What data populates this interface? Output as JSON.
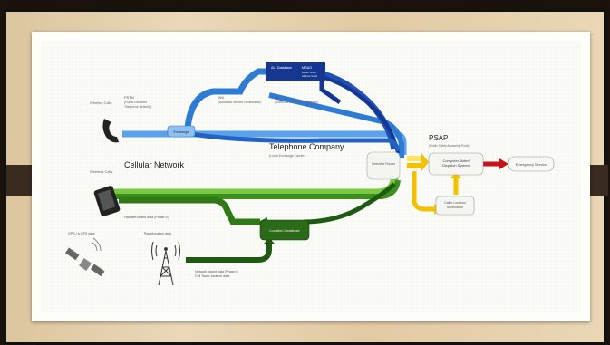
{
  "labels": {
    "wireline_calls": "Wireline Calls",
    "pstn": "PSTN",
    "pstn_sub1": "(Public Switched",
    "pstn_sub2": "Telephone Network)",
    "exchange": "Exchange",
    "ani": "ANI",
    "ani_sub": "(Automatic Number Identification)",
    "ali": "ALI",
    "ali_sub": "(Automatic Location Identification)",
    "ali_database": "ALI Database",
    "msag": "MSAG",
    "msag_sub1": "Master Street",
    "msag_sub2": "Address Guide",
    "telephone_company": "Telephone Company",
    "telco_sub": "(Local Exchange Carrier)",
    "wireless_calls": "Wireless Calls",
    "cellular_network": "Cellular Network",
    "handset_data": "Handset based data (Phase II)",
    "location_database": "Location Database",
    "gps_data": "GPS / a-GPS data",
    "radiolocation_data": "Radiolocation data",
    "network_data1": "Network based data (Phase I)",
    "network_data2": "Cell Tower location data",
    "selective_router": "Selective Router",
    "psap": "PSAP",
    "psap_sub": "(Public Safety Answering Point)",
    "cad1": "Computer-Aided",
    "cad2": "Dispatch System",
    "caller_location1": "Caller Location",
    "caller_location2": "Information",
    "emergency_service": "Emergency Service"
  },
  "colors": {
    "blue": "#2e7bd6",
    "dark_blue": "#16378f",
    "green": "#3a8f1e",
    "light_green": "#7ac943",
    "dark_green": "#1f5a12",
    "yellow": "#f2c200",
    "red": "#c81414"
  }
}
